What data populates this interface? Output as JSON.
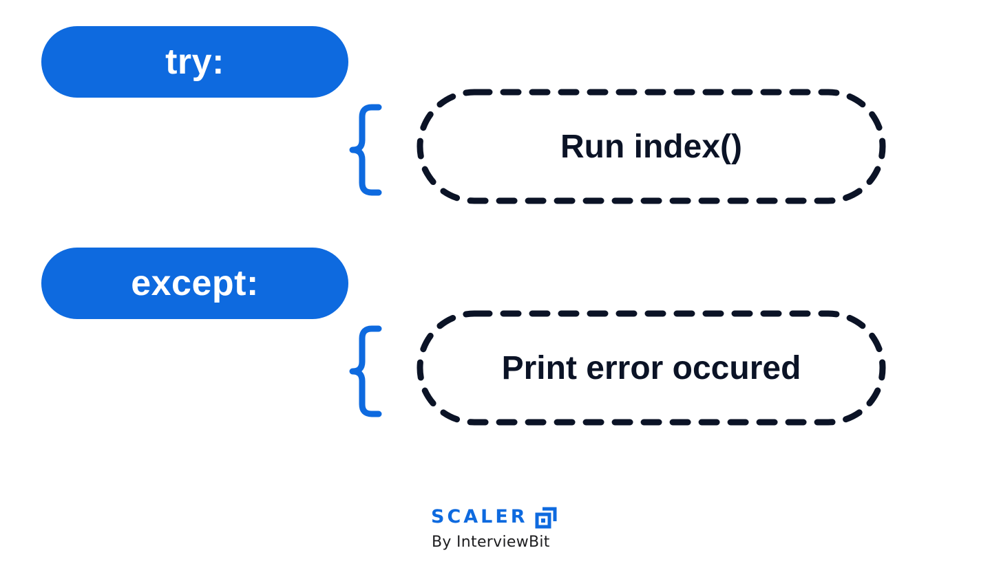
{
  "colors": {
    "accent": "#0e6adf",
    "dark": "#0b1326",
    "white": "#ffffff"
  },
  "blocks": [
    {
      "keyword": "try:",
      "action": "Run index()"
    },
    {
      "keyword": "except:",
      "action": "Print error occured"
    }
  ],
  "brand": {
    "name": "SCALER",
    "tagline": "By InterviewBit",
    "icon": "scaler-logo-icon"
  }
}
